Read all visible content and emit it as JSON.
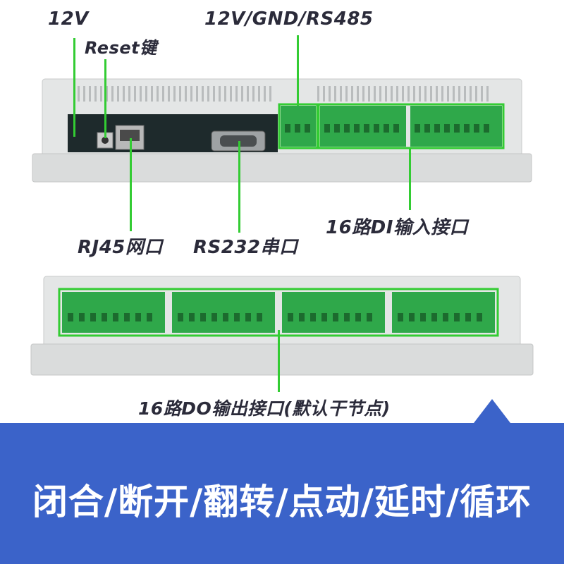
{
  "labels": {
    "power": "12V",
    "reset": "Reset键",
    "rs485": "12V/GND/RS485",
    "rj45": "RJ45网口",
    "rs232": "RS232串口",
    "di": "16路DI输入接口",
    "do": "16路DO输出接口(默认干节点)"
  },
  "banner": {
    "text": "闭合/断开/翻转/点动/延时/循环"
  },
  "colors": {
    "highlight": "#33cc33",
    "banner": "#3b63c9",
    "terminal_green": "#2fa84a"
  }
}
